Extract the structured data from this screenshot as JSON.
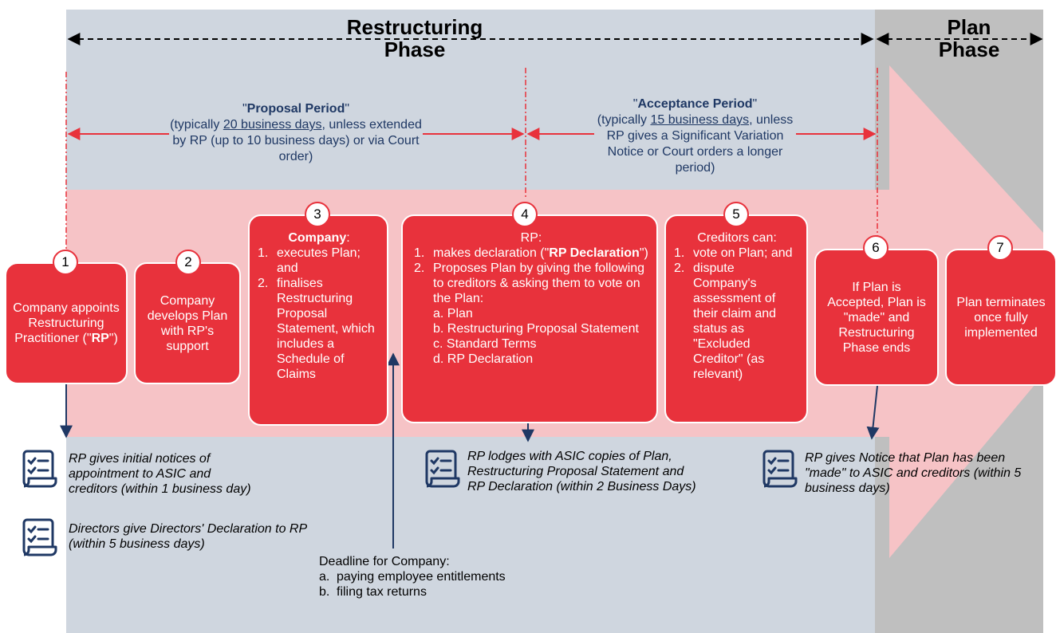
{
  "phases": {
    "restructuring": {
      "line1": "Restructuring",
      "line2": "Phase"
    },
    "plan": {
      "line1": "Plan",
      "line2": "Phase"
    }
  },
  "periods": {
    "proposal": {
      "quote_open": "\"",
      "title": "Proposal Period",
      "quote_close": "\"",
      "pre": "(typically ",
      "underlined": "20 business days",
      "post": ", unless extended by RP (up to 10 business days) or via Court order)"
    },
    "acceptance": {
      "quote_open": "\"",
      "title": "Acceptance Period",
      "quote_close": "\"",
      "pre": "(typically ",
      "underlined": "15 business days",
      "post": ", unless RP gives a Significant Variation Notice or Court orders a longer period)"
    }
  },
  "steps": {
    "s1": {
      "num": "1",
      "text_a": "Company appoints Restructuring Practitioner (\"",
      "bold": "RP",
      "text_b": "\")"
    },
    "s2": {
      "num": "2",
      "text": "Company develops Plan with RP's support"
    },
    "s3": {
      "num": "3",
      "heading_bold": "Company",
      "heading_colon": ":",
      "items": [
        {
          "n": "1.",
          "text": "executes Plan; and"
        },
        {
          "n": "2.",
          "text": "finalises Restructuring Proposal Statement, which includes a Schedule of Claims"
        }
      ]
    },
    "s4": {
      "num": "4",
      "heading": "RP:",
      "item1_n": "1.",
      "item1_pre": "makes declaration (\"",
      "item1_bold": "RP Declaration",
      "item1_post": "\")",
      "item2_n": "2.",
      "item2_text": "Proposes Plan by giving the following to creditors & asking them to vote on the Plan:",
      "sub": [
        "a. Plan",
        "b. Restructuring Proposal Statement",
        "c. Standard Terms",
        "d. RP Declaration"
      ]
    },
    "s5": {
      "num": "5",
      "heading": "Creditors can:",
      "items": [
        {
          "n": "1.",
          "text": "vote on Plan; and"
        },
        {
          "n": "2.",
          "text": "dispute Company's assessment of their claim and status as \"Excluded Creditor\" (as relevant)"
        }
      ]
    },
    "s6": {
      "num": "6",
      "text": "If Plan is Accepted, Plan is \"made\" and Restructuring Phase ends"
    },
    "s7": {
      "num": "7",
      "text": "Plan terminates once fully implemented"
    }
  },
  "notes": {
    "n1": "RP gives initial notices of appointment to ASIC and creditors (within 1 business day)",
    "n2": "Directors give Directors' Declaration to RP (within 5 business days)",
    "n3": "RP lodges with ASIC copies of Plan, Restructuring Proposal Statement and RP Declaration (within 2 Business Days)",
    "n4": "RP gives Notice that Plan has been \"made\" to ASIC and creditors (within 5 business days)"
  },
  "deadline": {
    "title": "Deadline for Company:",
    "items": [
      {
        "n": "a.",
        "text": "paying employee entitlements"
      },
      {
        "n": "b.",
        "text": "filing tax returns"
      }
    ]
  },
  "icons": {
    "document": "checklist-document-icon"
  },
  "colors": {
    "restructuring_bg": "#cfd6df",
    "plan_bg": "#bfbfbf",
    "arrow_band": "#f6c3c6",
    "box": "#e8323c",
    "period_text": "#1f3864",
    "icon": "#1f3864"
  }
}
